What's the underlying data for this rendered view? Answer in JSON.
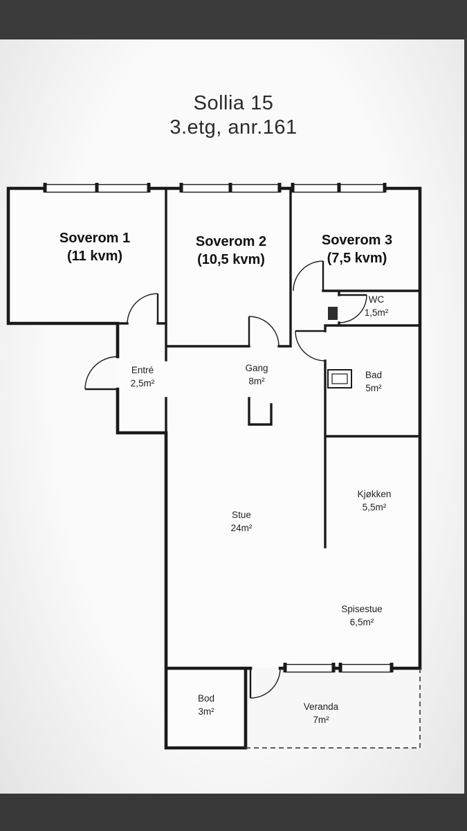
{
  "title": {
    "line1": "Sollia 15",
    "line2": "3.etg, anr.161"
  },
  "rooms": {
    "soverom1": {
      "name": "Soverom 1",
      "area": "(11 kvm)"
    },
    "soverom2": {
      "name": "Soverom 2",
      "area": "(10,5 kvm)"
    },
    "soverom3": {
      "name": "Soverom 3",
      "area": "(7,5 kvm)"
    },
    "wc": {
      "name": "WC",
      "area": "1,5m²"
    },
    "entre": {
      "name": "Entré",
      "area": "2,5m²"
    },
    "gang": {
      "name": "Gang",
      "area": "8m²"
    },
    "bad": {
      "name": "Bad",
      "area": "5m²"
    },
    "kjokken": {
      "name": "Kjøkken",
      "area": "5,5m²"
    },
    "stue": {
      "name": "Stue",
      "area": "24m²"
    },
    "spisestue": {
      "name": "Spisestue",
      "area": "6,5m²"
    },
    "bod": {
      "name": "Bod",
      "area": "3m²"
    },
    "veranda": {
      "name": "Veranda",
      "area": "7m²"
    }
  },
  "colors": {
    "wall": "#1a1a1a",
    "paper": "#fcfcfc",
    "photo_background": "#efefef",
    "letterbox_bar": "#3b3b3b"
  }
}
